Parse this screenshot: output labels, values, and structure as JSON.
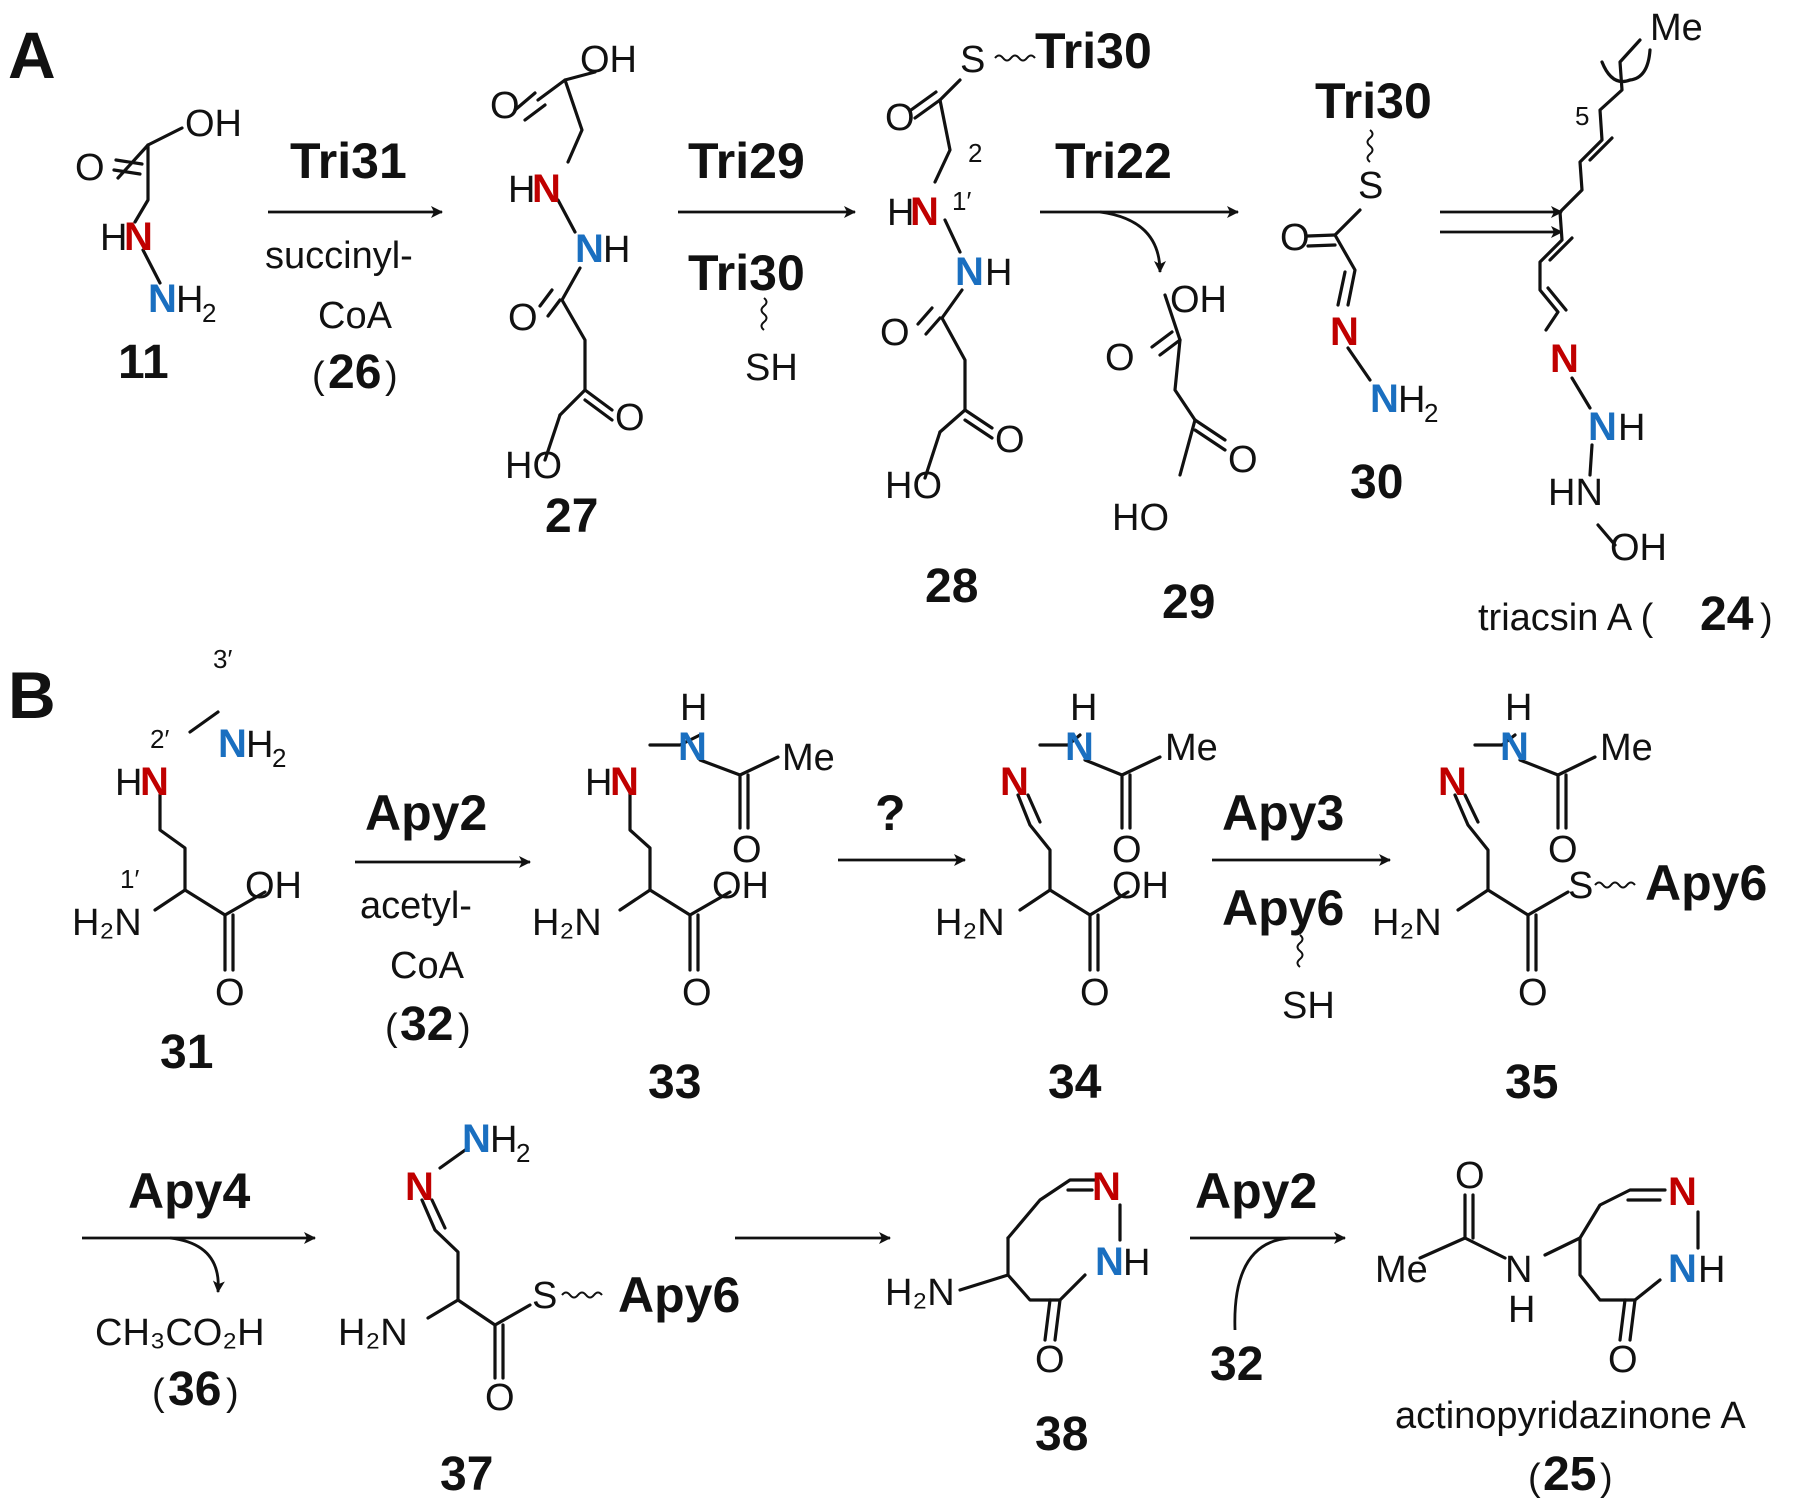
{
  "panels": {
    "a": "A",
    "b": "B"
  },
  "compounds": {
    "c11": "11",
    "c27": "27",
    "c28": "28",
    "c29": "29",
    "c30": "30",
    "c31": "31",
    "c33": "33",
    "c34": "34",
    "c35": "35",
    "c37": "37",
    "c38": "38",
    "c24_name": "triacsin A (",
    "c24": "24",
    "c24_close": ")",
    "c25_name": "actinopyridazinone A",
    "c25_open": "(",
    "c25": "25",
    "c25_close": ")"
  },
  "enzymes": {
    "tri31": "Tri31",
    "tri29": "Tri29",
    "tri30": "Tri30",
    "tri22": "Tri22",
    "apy2": "Apy2",
    "apy3": "Apy3",
    "apy6": "Apy6",
    "apy4": "Apy4"
  },
  "reagents": {
    "succinyl": "succinyl-",
    "coa": "CoA",
    "r26_open": "(",
    "r26": "26",
    "r26_close": ")",
    "acetyl": "acetyl-",
    "r32_open": "(",
    "r32": "32",
    "r32_close": ")",
    "unknown": "?",
    "acetic": "CH₃CO₂H",
    "r36_open": "(",
    "r36": "36",
    "r36_close": ")",
    "r32b": "32"
  },
  "atoms": {
    "oh": "OH",
    "ho": "HO",
    "o": "O",
    "h": "H",
    "n": "N",
    "s": "S",
    "sh": "SH",
    "nh2_sub": "2",
    "me": "Me",
    "h2n": "H₂N",
    "hn": "HN"
  },
  "locants": {
    "l1p": "1′",
    "l2": "2",
    "l2p": "2′",
    "l3p": "3′",
    "l5": "5"
  },
  "colors": {
    "n_alpha": "#c00000",
    "n_beta": "#1a6fc0"
  }
}
